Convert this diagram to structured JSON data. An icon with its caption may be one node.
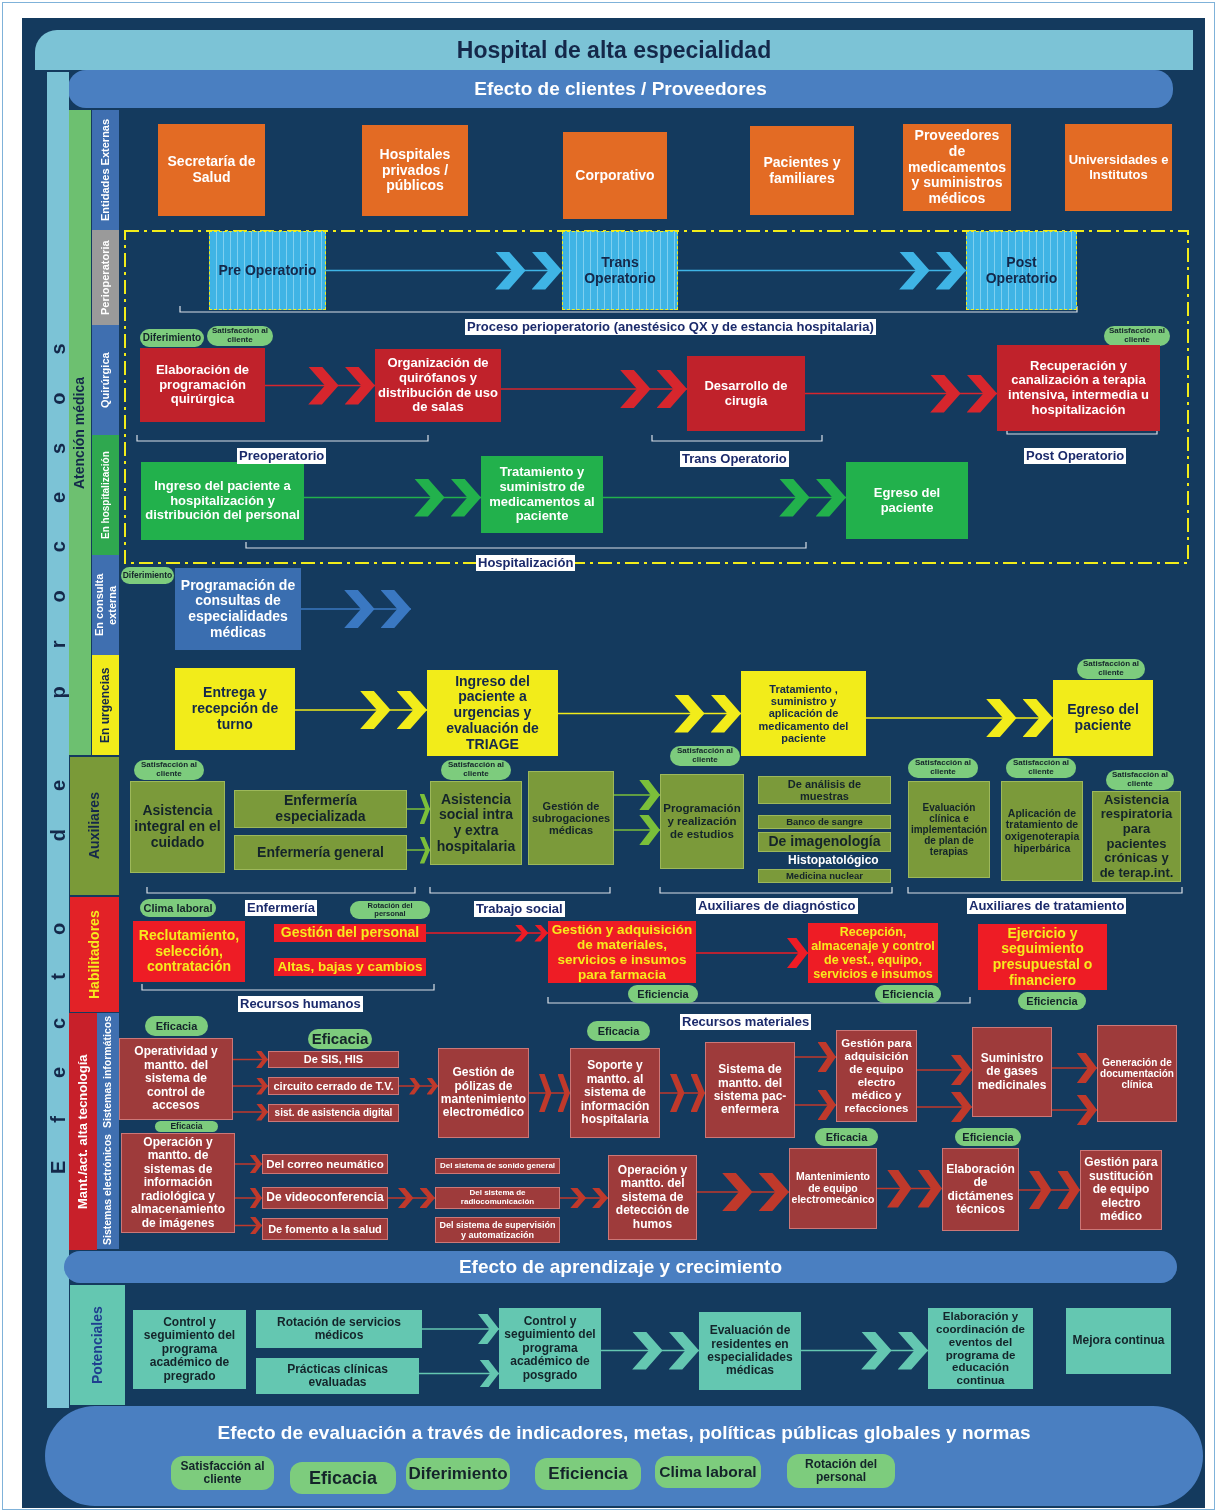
{
  "diagram": {
    "title": "Hospital de alta especialidad",
    "nodes": [
      {
        "text": [
          "Efecto de clientes / Proveedores"
        ]
      },
      {
        "text": [
          "Efecto de procesos"
        ]
      },
      {
        "text": [
          "Atención médica"
        ]
      },
      {
        "text": [
          "Entidades Externas"
        ]
      },
      {
        "text": [
          "Secretaría de Salud"
        ]
      },
      {
        "text": [
          "Hospitales privados / públicos"
        ]
      },
      {
        "text": [
          "Corporativo"
        ]
      },
      {
        "text": [
          "Pacientes y familiares"
        ]
      },
      {
        "text": [
          "Proveedores de medicamentos y suministros médicos"
        ]
      },
      {
        "text": [
          "Universidades e Institutos"
        ]
      },
      {
        "text": [
          "Perioperatoria"
        ]
      },
      {
        "text": [
          "Pre Operatorio"
        ]
      },
      {
        "text": [
          "Trans Operatorio"
        ]
      },
      {
        "text": [
          "Post Operatorio"
        ]
      },
      {
        "text": [
          "Quirúrgica"
        ]
      },
      {
        "text": [
          "Diferimiento"
        ]
      },
      {
        "text": [
          "Satisfacción al cliente"
        ]
      },
      {
        "text": [
          "Satisfacción al cliente"
        ]
      },
      {
        "text": [
          "Elaboración de programación quirúrgica"
        ]
      },
      {
        "text": [
          "Organización de quirófanos y distribución de uso de salas"
        ]
      },
      {
        "text": [
          "Desarrollo de cirugía"
        ]
      },
      {
        "text": [
          "Recuperación y canalización a terapia intensiva, intermedia u hospitalización"
        ]
      },
      {
        "text": [
          "En hospitalización"
        ]
      },
      {
        "text": [
          "Ingreso del paciente a hospitalización y distribución del personal"
        ]
      },
      {
        "text": [
          "Tratamiento y suministro de medicamentos al paciente"
        ]
      },
      {
        "text": [
          "Egreso del paciente"
        ]
      },
      {
        "text": [
          "En consulta externa"
        ]
      },
      {
        "text": [
          "Diferimiento"
        ]
      },
      {
        "text": [
          "Programación de consultas de especialidades médicas"
        ]
      },
      {
        "text": [
          "En urgencias"
        ]
      },
      {
        "text": [
          "Satisfacción al cliente"
        ]
      },
      {
        "text": [
          "Entrega y recepción de turno"
        ]
      },
      {
        "text": [
          "Ingreso del paciente a urgencias y evaluación de TRIAGE"
        ]
      },
      {
        "text": [
          "Tratamiento , suministro y aplicación de medicamento del paciente"
        ]
      },
      {
        "text": [
          "Egreso del paciente"
        ]
      },
      {
        "text": [
          "Auxiliares"
        ]
      },
      {
        "text": [
          "Satisfacción al cliente"
        ]
      },
      {
        "text": [
          "Asistencia integral en el cuidado"
        ]
      },
      {
        "text": [
          "Enfermería especializada"
        ]
      },
      {
        "text": [
          "Enfermería general"
        ]
      },
      {
        "text": [
          "Satisfacción al cliente"
        ]
      },
      {
        "text": [
          "Asistencia social intra y extra hospitalaria"
        ]
      },
      {
        "text": [
          "Gestión de subrogaciones médicas"
        ]
      },
      {
        "text": [
          "Satisfacción al cliente"
        ]
      },
      {
        "text": [
          "Programación y realización de estudios"
        ]
      },
      {
        "text": [
          "De análisis de muestras"
        ]
      },
      {
        "text": [
          "Banco de sangre"
        ]
      },
      {
        "text": [
          "De imagenología"
        ]
      },
      {
        "text": [
          "Medicina nuclear"
        ]
      },
      {
        "text": [
          "Satisfacción al cliente"
        ]
      },
      {
        "text": [
          "Evaluación clínica e implementación de plan de terapias"
        ]
      },
      {
        "text": [
          "Satisfacción al cliente"
        ]
      },
      {
        "text": [
          "Aplicación de tratamiento de oxigenoterapia hiperbárica"
        ]
      },
      {
        "text": [
          "Satisfacción al cliente"
        ]
      },
      {
        "text": [
          "Asistencia respiratoria para pacientes crónicas y de terap.int."
        ]
      },
      {
        "text": [
          "Habilitadores"
        ]
      },
      {
        "text": [
          "Clima laboral"
        ]
      },
      {
        "text": [
          "Rotación del personal"
        ]
      },
      {
        "text": [
          "Reclutamiento, selección, contratación"
        ]
      },
      {
        "text": [
          "Gestión del personal"
        ]
      },
      {
        "text": [
          "Altas, bajas y cambios"
        ]
      },
      {
        "text": [
          "Gestión y adquisición de materiales, servicios e insumos para farmacia"
        ]
      },
      {
        "text": [
          "Eficiencia"
        ]
      },
      {
        "text": [
          "Recepción, almacenaje y control de vest., equipo, servicios e insumos"
        ]
      },
      {
        "text": [
          "Eficiencia"
        ]
      },
      {
        "text": [
          "Ejercicio y seguimiento presupuestal o financiero"
        ]
      },
      {
        "text": [
          "Eficiencia"
        ]
      },
      {
        "text": [
          "Mant./act. alta tecnología"
        ]
      },
      {
        "text": [
          "Sistemas informáticos"
        ]
      },
      {
        "text": [
          "Eficacia"
        ]
      },
      {
        "text": [
          "Operatividad y mantto. del sistema de control de accesos"
        ]
      },
      {
        "text": [
          "Eficacia"
        ]
      },
      {
        "text": [
          "De SIS, HIS"
        ]
      },
      {
        "text": [
          "circuito cerrado de T.V."
        ]
      },
      {
        "text": [
          "sist. de asistencia digital"
        ]
      },
      {
        "text": [
          "Gestión de pólizas de mantenimiento electromédico"
        ]
      },
      {
        "text": [
          "Eficacia"
        ]
      },
      {
        "text": [
          "Soporte y mantto. al sistema de información hospitalaria"
        ]
      },
      {
        "text": [
          "Sistema de mantto. del sistema pac-enfermera"
        ]
      },
      {
        "text": [
          "Gestión para adquisición de equipo electro médico y refacciones"
        ]
      },
      {
        "text": [
          "Suministro de gases medicinales"
        ]
      },
      {
        "text": [
          "Generación de documentación clínica"
        ]
      },
      {
        "text": [
          "Sistemas electrónicos"
        ]
      },
      {
        "text": [
          "Eficacia"
        ]
      },
      {
        "text": [
          "Operación y mantto. de sistemas de información radiológica y almacenamiento de imágenes"
        ]
      },
      {
        "text": [
          "Del correo neumático"
        ]
      },
      {
        "text": [
          "De videoconferencia"
        ]
      },
      {
        "text": [
          "De fomento a la salud"
        ]
      },
      {
        "text": [
          "Del sistema de sonido general"
        ]
      },
      {
        "text": [
          "Del sistema de radiocomunicación"
        ]
      },
      {
        "text": [
          "Del sistema de supervisión y automatización"
        ]
      },
      {
        "text": [
          "Operación y mantto. del sistema de detección de humos"
        ]
      },
      {
        "text": [
          "Eficacia"
        ]
      },
      {
        "text": [
          "Mantenimiento de equipo electromecánico"
        ]
      },
      {
        "text": [
          "Eficiencia"
        ]
      },
      {
        "text": [
          "Elaboración de dictámenes técnicos"
        ]
      },
      {
        "text": [
          "Gestión para sustitución de equipo electro médico"
        ]
      },
      {
        "text": [
          "Efecto de aprendizaje y crecimiento"
        ]
      },
      {
        "text": [
          "Potenciales"
        ]
      },
      {
        "text": [
          "Control y seguimiento del programa académico de pregrado"
        ]
      },
      {
        "text": [
          "Rotación de servicios médicos"
        ]
      },
      {
        "text": [
          "Prácticas clínicas evaluadas"
        ]
      },
      {
        "text": [
          "Control y seguimiento del programa académico de posgrado"
        ]
      },
      {
        "text": [
          "Evaluación de residentes en especialidades médicas"
        ]
      },
      {
        "text": [
          "Elaboración y coordinación de eventos del programa de educación continua"
        ]
      },
      {
        "text": [
          "Mejora continua"
        ]
      },
      {
        "text": [
          "Efecto de evaluación a través de indicadores, metas, políticas públicas globales y normas"
        ]
      },
      {
        "text": [
          "Satisfacción al cliente"
        ],
        "in": 106
      },
      {
        "text": [
          "Eficacia"
        ],
        "in": 106
      },
      {
        "text": [
          "Diferimiento"
        ],
        "in": 106
      },
      {
        "text": [
          "Eficiencia"
        ],
        "in": 106
      },
      {
        "text": [
          "Clima laboral"
        ],
        "in": 106
      },
      {
        "text": [
          "Rotación del personal"
        ],
        "in": 106
      }
    ],
    "edges": [
      {
        "from": 11,
        "to": 12,
        "arrow": "to",
        "color": "#3fb4e5"
      },
      {
        "from": 12,
        "to": 13,
        "arrow": "to",
        "color": "#3fb4e5"
      },
      {
        "from": 18,
        "to": 19,
        "arrow": "to",
        "color": "#d7262d"
      },
      {
        "from": 19,
        "to": 20,
        "arrow": "to",
        "color": "#d7262d"
      },
      {
        "from": 20,
        "to": 21,
        "arrow": "to",
        "color": "#d7262d"
      },
      {
        "from": 23,
        "to": 24,
        "arrow": "to",
        "color": "#22b14c"
      },
      {
        "from": 24,
        "to": 25,
        "arrow": "to",
        "color": "#22b14c"
      },
      {
        "from": 28,
        "to": null,
        "arrow": "to",
        "color": "#3a78c2"
      },
      {
        "from": 31,
        "to": 32,
        "arrow": "to",
        "color": "#f2ec1a"
      },
      {
        "from": 32,
        "to": 33,
        "arrow": "to",
        "color": "#f2ec1a"
      },
      {
        "from": 33,
        "to": 34,
        "arrow": "to",
        "color": "#f2ec1a"
      },
      {
        "from": 38,
        "to": 41,
        "arrow": "to",
        "color": "#7bbf3a"
      },
      {
        "from": 39,
        "to": 41,
        "arrow": "to",
        "color": "#7bbf3a"
      },
      {
        "from": 42,
        "to": 44,
        "arrow": "to",
        "color": "#7bbf3a"
      },
      {
        "from": 42,
        "to": 44,
        "arrow": "to",
        "color": "#7bbf3a"
      },
      {
        "from": 59,
        "to": 61,
        "arrow": "to",
        "color": "#ee1c25"
      },
      {
        "from": 61,
        "to": 63,
        "arrow": "to",
        "color": "#ee1c25"
      },
      {
        "from": 70,
        "to": 72,
        "arrow": "to"
      },
      {
        "from": 70,
        "to": 73,
        "arrow": "to"
      },
      {
        "from": 70,
        "to": 74,
        "arrow": "to"
      },
      {
        "from": 73,
        "to": 75,
        "arrow": "to"
      },
      {
        "from": 75,
        "to": 77,
        "arrow": "to"
      },
      {
        "from": 77,
        "to": 78,
        "arrow": "to"
      },
      {
        "from": 78,
        "to": 79,
        "arrow": "to"
      },
      {
        "from": 78,
        "to": 79,
        "arrow": "to"
      },
      {
        "from": 79,
        "to": 80,
        "arrow": "to"
      },
      {
        "from": 79,
        "to": 80,
        "arrow": "to"
      },
      {
        "from": 80,
        "to": 81,
        "arrow": "to"
      },
      {
        "from": 80,
        "to": 81,
        "arrow": "to"
      },
      {
        "from": 84,
        "to": 85,
        "arrow": "to"
      },
      {
        "from": 84,
        "to": 86,
        "arrow": "to"
      },
      {
        "from": 84,
        "to": 87,
        "arrow": "to"
      },
      {
        "from": 86,
        "to": 89,
        "arrow": "to"
      },
      {
        "from": 89,
        "to": 91,
        "arrow": "to"
      },
      {
        "from": 91,
        "to": 93,
        "arrow": "to"
      },
      {
        "from": 93,
        "to": 95,
        "arrow": "to"
      },
      {
        "from": 95,
        "to": 96,
        "arrow": "to"
      },
      {
        "from": 100,
        "to": 102,
        "arrow": "to",
        "color": "#64c7b1"
      },
      {
        "from": 101,
        "to": 102,
        "arrow": "to",
        "color": "#64c7b1"
      },
      {
        "from": 102,
        "to": 103,
        "arrow": "to",
        "color": "#64c7b1"
      },
      {
        "from": 103,
        "to": 104,
        "arrow": "to",
        "color": "#64c7b1"
      }
    ],
    "labels": [
      "Proceso perioperatorio (anestésico QX y de estancia hospitalaria)",
      "Preoperatorio",
      "Trans Operatorio",
      "Post Operatorio",
      "Hospitalización",
      "Histopatológico",
      "Enfermería",
      "Trabajo social",
      "Auxiliares de diagnóstico",
      "Auxiliares de tratamiento",
      "Recursos humanos",
      "Recursos materiales"
    ]
  }
}
